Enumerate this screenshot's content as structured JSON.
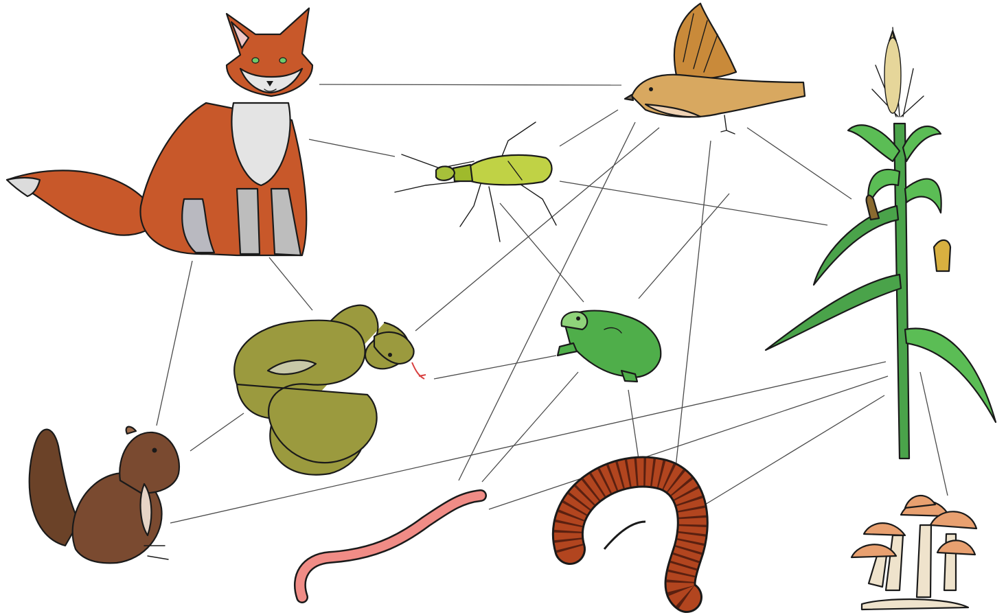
{
  "organisms": [
    {
      "id": "fox",
      "icon": "fox-icon",
      "color": "#c8582a"
    },
    {
      "id": "bird",
      "icon": "bird-icon",
      "color": "#c98a3a"
    },
    {
      "id": "beetle",
      "icon": "beetle-icon",
      "color": "#b7cc3c"
    },
    {
      "id": "corn",
      "icon": "corn-plant-icon",
      "color": "#3f9a3c"
    },
    {
      "id": "snake",
      "icon": "snake-icon",
      "color": "#9b9a3e"
    },
    {
      "id": "frog",
      "icon": "frog-icon",
      "color": "#4fae4a"
    },
    {
      "id": "squirrel",
      "icon": "squirrel-icon",
      "color": "#7a4a30"
    },
    {
      "id": "worm",
      "icon": "earthworm-icon",
      "color": "#f08c86"
    },
    {
      "id": "millipede",
      "icon": "millipede-icon",
      "color": "#b2451f"
    },
    {
      "id": "mushrooms",
      "icon": "mushroom-icon",
      "color": "#e8a070"
    }
  ],
  "links": [
    [
      "fox",
      "bird"
    ],
    [
      "fox",
      "beetle"
    ],
    [
      "fox",
      "snake"
    ],
    [
      "fox",
      "squirrel"
    ],
    [
      "bird",
      "beetle"
    ],
    [
      "bird",
      "snake"
    ],
    [
      "bird",
      "corn"
    ],
    [
      "bird",
      "worm"
    ],
    [
      "bird",
      "millipede"
    ],
    [
      "beetle",
      "corn"
    ],
    [
      "beetle",
      "frog"
    ],
    [
      "frog",
      "bird"
    ],
    [
      "snake",
      "frog"
    ],
    [
      "snake",
      "squirrel"
    ],
    [
      "frog",
      "worm"
    ],
    [
      "frog",
      "millipede"
    ],
    [
      "corn",
      "squirrel"
    ],
    [
      "corn",
      "worm"
    ],
    [
      "corn",
      "millipede"
    ],
    [
      "corn",
      "mushrooms"
    ]
  ]
}
